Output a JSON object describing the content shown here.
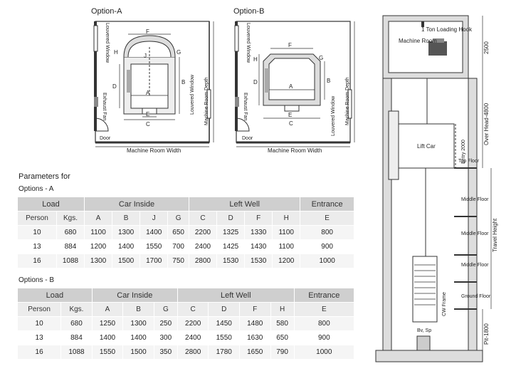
{
  "option_a": {
    "title": "Option-A",
    "labels": {
      "louvered_window_top": "Louvered Window",
      "exhaust_fan": "Exhaust Fan",
      "door": "Door",
      "louvered_window_side": "Louvered Window",
      "machine_room_depth": "Machine Room Depth",
      "machine_room_width": "Machine Room Width",
      "F": "F",
      "H": "H",
      "J": "J",
      "D": "D",
      "A": "A",
      "B": "B",
      "E": "E",
      "C": "C",
      "G": "G"
    }
  },
  "option_b": {
    "title": "Option-B",
    "labels": {
      "louvered_window_top": "Louvered Window",
      "exhaust_fan": "Exhaust Fan",
      "door": "Door",
      "louvered_window_side": "Louvered Window",
      "machine_room_depth": "Machine Room Depth",
      "machine_room_width": "Machine Room Width",
      "F": "F",
      "H": "H",
      "A": "A",
      "B": "B",
      "D": "D",
      "G": "G",
      "E": "E",
      "C": "C"
    }
  },
  "section": {
    "loading_hook": "1 Ton Loading Hook",
    "machine_room": "Machine Room",
    "dim_2500": "2500",
    "over_head": "Over Head-4800",
    "lift_car": "Lift Car",
    "entry": "Entry 2000",
    "top_floor": "Top Floor",
    "middle_floor": "Middle Floor",
    "travel_height": "Travel Height",
    "cw_frame": "CW Frame",
    "ground_floor": "Ground Floor",
    "bv_sp": "Bv, Sp",
    "pit": "Pit-1800"
  },
  "params_heading": {
    "line1": "Parameters for",
    "line2": "Options - A",
    "options_b": "Options - B"
  },
  "table_a": {
    "groups": [
      "Load",
      "Car Inside",
      "Left Well",
      "Entrance"
    ],
    "columns": [
      "Person",
      "Kgs.",
      "A",
      "B",
      "J",
      "G",
      "C",
      "D",
      "F",
      "H",
      "E"
    ],
    "rows": [
      [
        "10",
        "680",
        "1100",
        "1300",
        "1400",
        "650",
        "2200",
        "1325",
        "1330",
        "1100",
        "800"
      ],
      [
        "13",
        "884",
        "1200",
        "1400",
        "1550",
        "700",
        "2400",
        "1425",
        "1430",
        "1100",
        "900"
      ],
      [
        "16",
        "1088",
        "1300",
        "1500",
        "1700",
        "750",
        "2800",
        "1530",
        "1530",
        "1200",
        "1000"
      ]
    ]
  },
  "table_b": {
    "groups": [
      "Load",
      "Car Inside",
      "Left Well",
      "Entrance"
    ],
    "columns": [
      "Person",
      "Kgs.",
      "A",
      "B",
      "G",
      "C",
      "D",
      "F",
      "H",
      "E"
    ],
    "rows": [
      [
        "10",
        "680",
        "1250",
        "1300",
        "250",
        "2200",
        "1450",
        "1480",
        "580",
        "800"
      ],
      [
        "13",
        "884",
        "1400",
        "1400",
        "300",
        "2400",
        "1550",
        "1630",
        "650",
        "900"
      ],
      [
        "16",
        "1088",
        "1550",
        "1500",
        "350",
        "2800",
        "1780",
        "1650",
        "790",
        "1000"
      ]
    ]
  }
}
